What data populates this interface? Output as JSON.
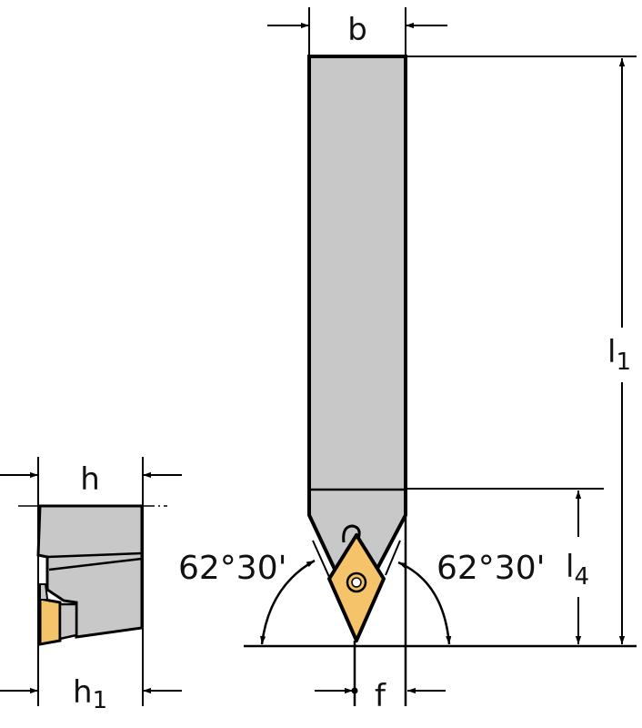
{
  "drawing": {
    "title": "Turning tool holder dimension drawing",
    "colors": {
      "shank_fill": "#c8c8c8",
      "insert_fill": "#f5c46a",
      "line": "#000000",
      "background": "#ffffff"
    },
    "labels": {
      "b": "b",
      "l1_main": "l",
      "l1_sub": "1",
      "l4_main": "l",
      "l4_sub": "4",
      "f": "f",
      "h": "h",
      "h1_main": "h",
      "h1_sub": "1",
      "angle_left": "62°30'",
      "angle_right": "62°30'"
    }
  }
}
